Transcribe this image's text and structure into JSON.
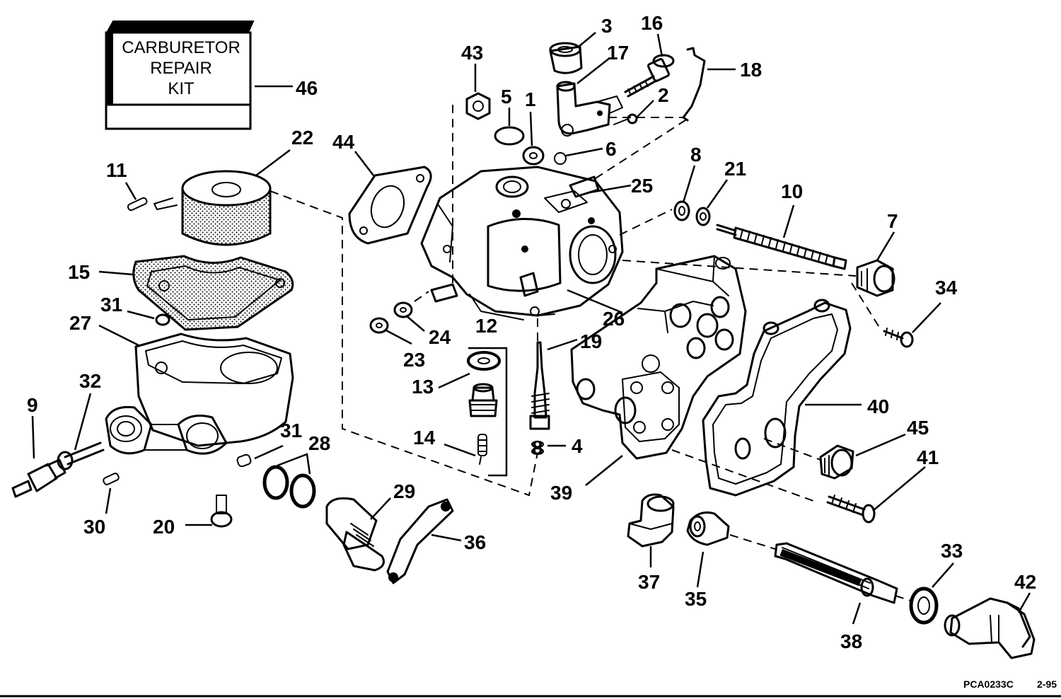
{
  "kit_box": {
    "lines": [
      "CARBURETOR",
      "REPAIR",
      "KIT"
    ]
  },
  "callouts": {
    "c1": "1",
    "c2": "2",
    "c3": "3",
    "c4": "4",
    "c5": "5",
    "c6": "6",
    "c7": "7",
    "c8a": "8",
    "c8b": "8",
    "c9": "9",
    "c10": "10",
    "c11": "11",
    "c12": "12",
    "c13": "13",
    "c14": "14",
    "c15": "15",
    "c16": "16",
    "c17": "17",
    "c18": "18",
    "c19": "19",
    "c20": "20",
    "c21": "21",
    "c22": "22",
    "c23": "23",
    "c24": "24",
    "c25": "25",
    "c26": "26",
    "c27": "27",
    "c28": "28",
    "c29": "29",
    "c30": "30",
    "c31a": "31",
    "c31b": "31",
    "c32": "32",
    "c33": "33",
    "c34": "34",
    "c35": "35",
    "c36": "36",
    "c37": "37",
    "c38": "38",
    "c39": "39",
    "c40": "40",
    "c41": "41",
    "c42": "42",
    "c43": "43",
    "c44": "44",
    "c45": "45",
    "c46": "46"
  },
  "footer": {
    "code": "PCA0233C",
    "date": "2-95"
  }
}
